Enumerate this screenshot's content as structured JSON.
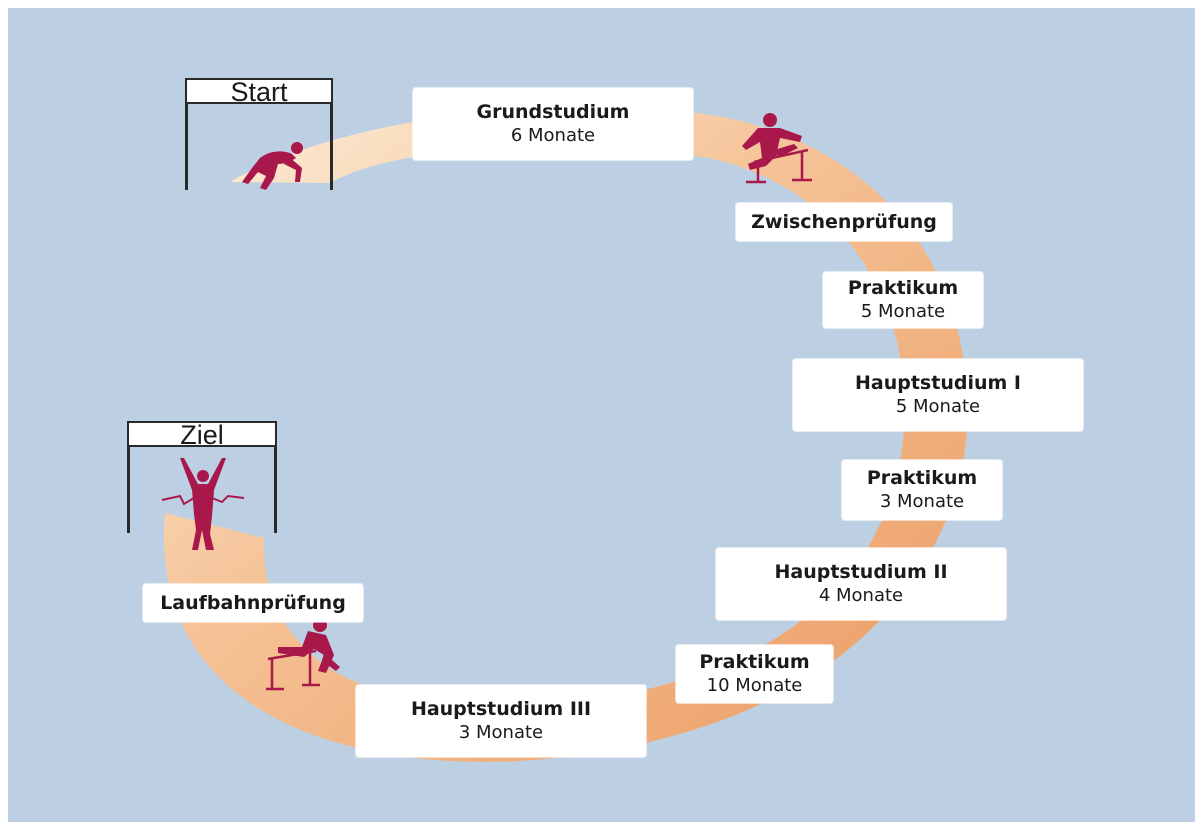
{
  "gates": {
    "start": "Start",
    "finish": "Ziel"
  },
  "stages": [
    {
      "title": "Grundstudium",
      "duration": "6 Monate"
    },
    {
      "title": "Zwischenprüfung",
      "duration": ""
    },
    {
      "title": "Praktikum",
      "duration": "5 Monate"
    },
    {
      "title": "Hauptstudium I",
      "duration": "5 Monate"
    },
    {
      "title": "Praktikum",
      "duration": "3 Monate"
    },
    {
      "title": "Hauptstudium II",
      "duration": "4 Monate"
    },
    {
      "title": "Praktikum",
      "duration": "10 Monate"
    },
    {
      "title": "Hauptstudium III",
      "duration": "3 Monate"
    },
    {
      "title": "Laufbahnprüfung",
      "duration": ""
    }
  ],
  "colors": {
    "background": "#bdd0e3",
    "track_light": "#fbe3c4",
    "track_dark": "#eea26b",
    "runner": "#a8184a",
    "label_box": "#ffffff"
  },
  "icons": [
    "sprinter-start-icon",
    "hurdler-icon",
    "finisher-icon"
  ]
}
